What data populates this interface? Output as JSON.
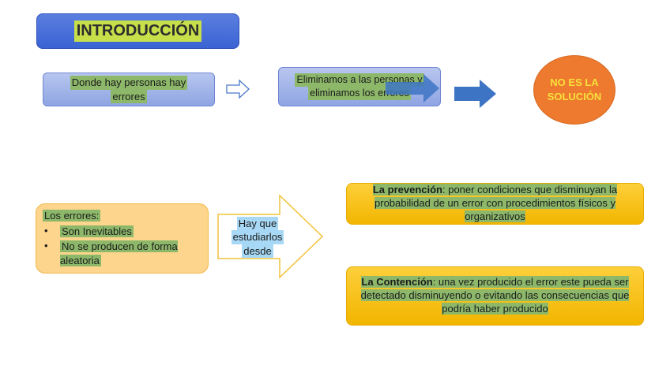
{
  "title": "INTRODUCCIÓN",
  "flow_top": {
    "box1": {
      "line1": "Donde hay personas hay",
      "line2": "errores"
    },
    "box2": {
      "line1": "Eliminamos a las personas y",
      "line2": "eliminamos los errores"
    },
    "result": {
      "line1": "NO ES LA",
      "line2": "SOLUCIÓN"
    }
  },
  "errors": {
    "heading": "Los errores:",
    "items": [
      "Son Inevitables",
      "No se producen de forma aleatoria"
    ]
  },
  "arrow_label": {
    "line1": "Hay que",
    "line2": "estudiarlos",
    "line3": "desde"
  },
  "prevention": {
    "term": "La prevención",
    "text": ": poner condiciones que disminuyan la probabilidad de un error con procedimientos físicos y organizativos"
  },
  "containment": {
    "term": "La Contención",
    "text": ": una vez producido el error este pueda ser detectado disminuyendo o evitando las consecuencias que podría haber producido"
  },
  "colors": {
    "blue_box": "#8fa5e3",
    "title_blue": "#3a63d3",
    "orange": "#ee7a2f",
    "yellow": "#f2b600",
    "light_orange": "#fdd58c",
    "highlight_green": "#8db86a",
    "highlight_blue": "#a7d8f5",
    "arrow_blue": "#3d74c4"
  }
}
